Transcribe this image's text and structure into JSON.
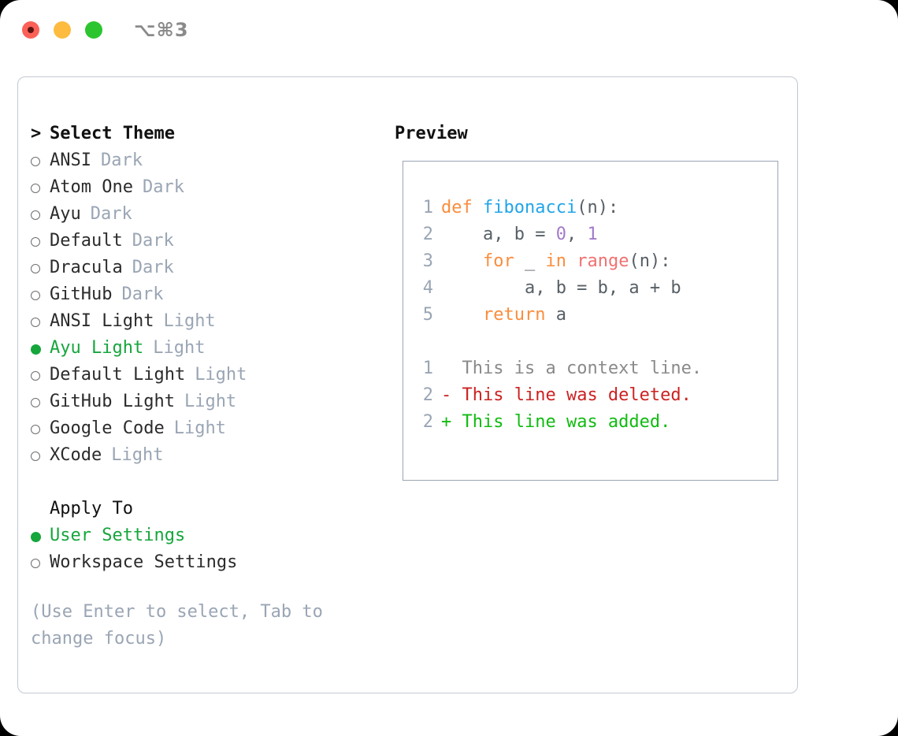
{
  "window": {
    "traffic_lights": [
      "close-red",
      "minimize-yellow",
      "zoom-green"
    ],
    "shortcut": "⌥⌘3"
  },
  "theme_section": {
    "caret": ">",
    "title": "Select Theme",
    "focused": true,
    "options": [
      {
        "label": "ANSI",
        "tag": "Dark",
        "selected": false
      },
      {
        "label": "Atom One",
        "tag": "Dark",
        "selected": false
      },
      {
        "label": "Ayu",
        "tag": "Dark",
        "selected": false
      },
      {
        "label": "Default",
        "tag": "Dark",
        "selected": false
      },
      {
        "label": "Dracula",
        "tag": "Dark",
        "selected": false
      },
      {
        "label": "GitHub",
        "tag": "Dark",
        "selected": false
      },
      {
        "label": "ANSI Light",
        "tag": "Light",
        "selected": false
      },
      {
        "label": "Ayu Light",
        "tag": "Light",
        "selected": true
      },
      {
        "label": "Default Light",
        "tag": "Light",
        "selected": false
      },
      {
        "label": "GitHub Light",
        "tag": "Light",
        "selected": false
      },
      {
        "label": "Google Code",
        "tag": "Light",
        "selected": false
      },
      {
        "label": "XCode",
        "tag": "Light",
        "selected": false
      }
    ]
  },
  "apply_section": {
    "title": "Apply To",
    "focused": false,
    "options": [
      {
        "label": "User Settings",
        "selected": true
      },
      {
        "label": "Workspace Settings",
        "selected": false
      }
    ]
  },
  "hint": "(Use Enter to select, Tab to change focus)",
  "preview": {
    "title": "Preview",
    "code_lines": [
      {
        "number": "1",
        "tokens": [
          {
            "text": "def ",
            "style": "kw"
          },
          {
            "text": "fibonacci",
            "style": "fn"
          },
          {
            "text": "(n):",
            "style": "pl"
          }
        ]
      },
      {
        "number": "2",
        "tokens": [
          {
            "text": "    a, b = ",
            "style": "pl"
          },
          {
            "text": "0",
            "style": "num"
          },
          {
            "text": ", ",
            "style": "pl"
          },
          {
            "text": "1",
            "style": "num"
          }
        ]
      },
      {
        "number": "3",
        "tokens": [
          {
            "text": "    ",
            "style": "pl"
          },
          {
            "text": "for",
            "style": "kw"
          },
          {
            "text": " _ ",
            "style": "pl"
          },
          {
            "text": "in",
            "style": "kw"
          },
          {
            "text": " ",
            "style": "pl"
          },
          {
            "text": "range",
            "style": "bi"
          },
          {
            "text": "(n):",
            "style": "pl"
          }
        ]
      },
      {
        "number": "4",
        "tokens": [
          {
            "text": "        a, b = b, a + b",
            "style": "pl"
          }
        ]
      },
      {
        "number": "5",
        "tokens": [
          {
            "text": "    ",
            "style": "pl"
          },
          {
            "text": "return",
            "style": "kw"
          },
          {
            "text": " a",
            "style": "pl"
          }
        ]
      }
    ],
    "diff_lines": [
      {
        "number": "1",
        "marker": "  ",
        "text": "This is a context line.",
        "style": "ctx"
      },
      {
        "number": "2",
        "marker": "- ",
        "text": "This line was deleted.",
        "style": "del"
      },
      {
        "number": "2",
        "marker": "+ ",
        "text": "This line was added.",
        "style": "add"
      }
    ]
  },
  "colors": {
    "accent_green": "#16A63C",
    "muted": "#9AA5B4",
    "keyword": "#FA8D3E",
    "function": "#21A5E8",
    "number": "#A37ACC",
    "builtin": "#F07171",
    "diff_deleted": "#CC2222",
    "diff_added": "#11BB11",
    "panel_border": "#C2C8D2"
  }
}
